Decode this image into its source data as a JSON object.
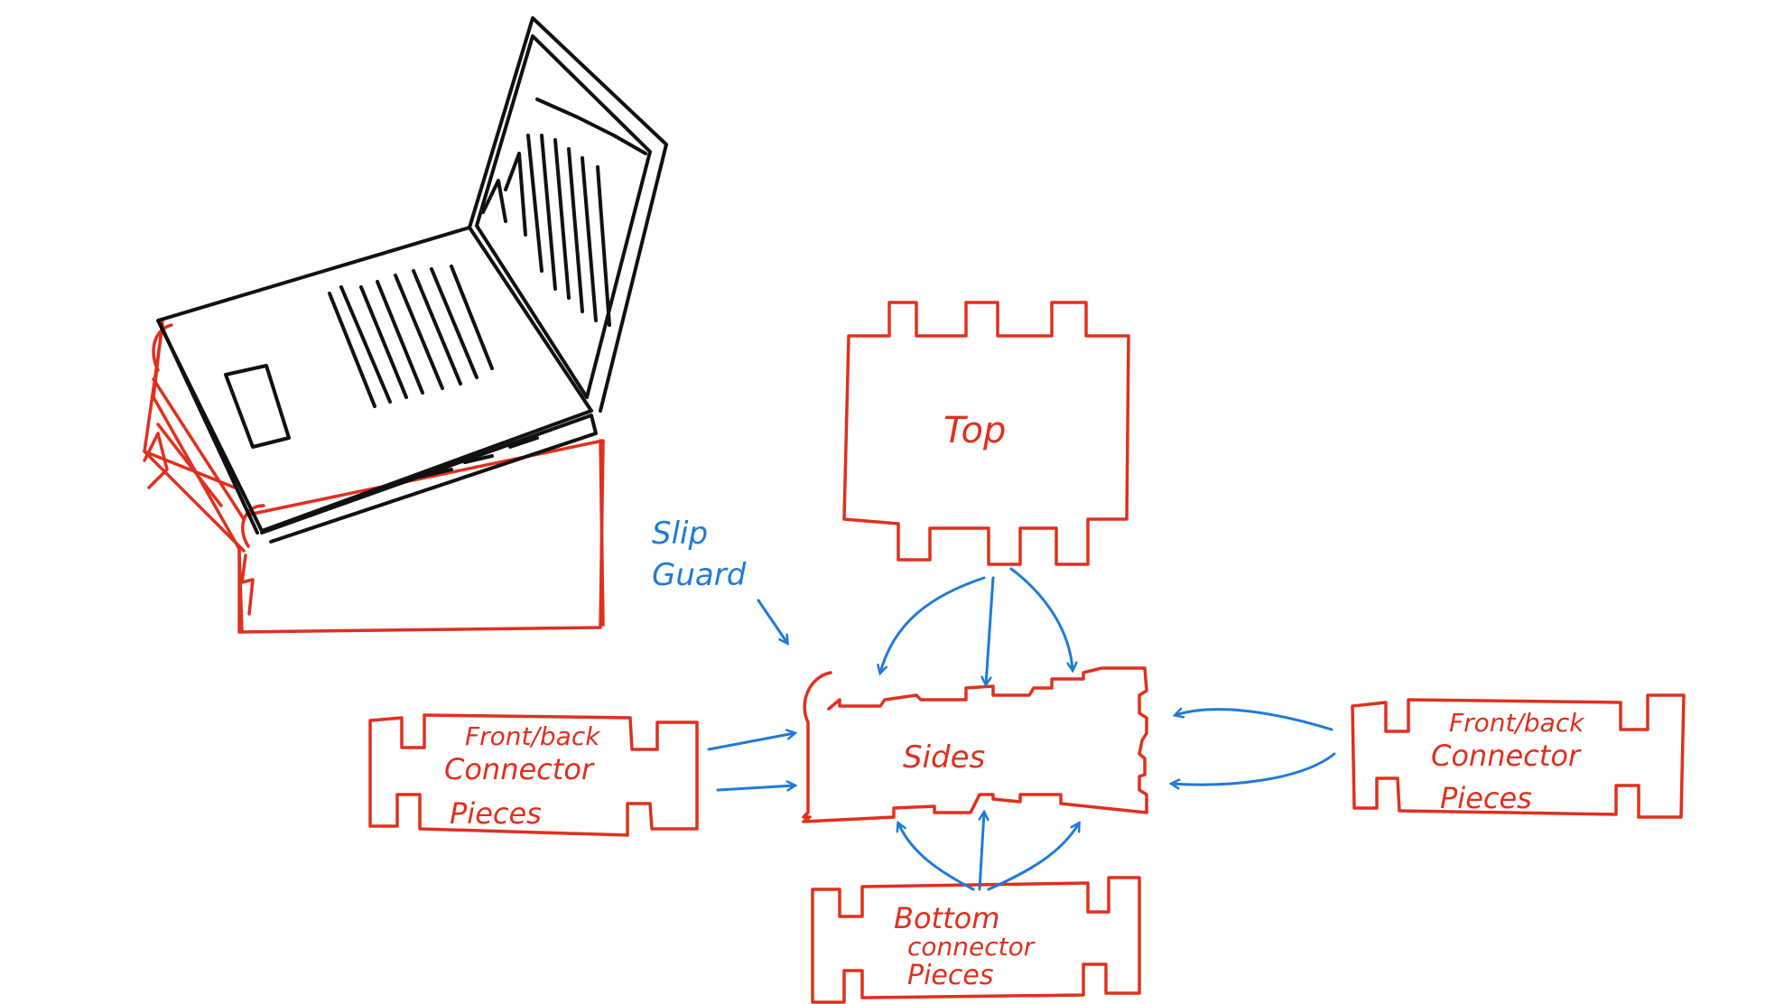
{
  "colors": {
    "background": "#ffffff",
    "laptop_ink": "#111111",
    "part_ink": "#e0301e",
    "arrow_ink": "#1f7ad8"
  },
  "labels": {
    "top": "Top",
    "sides": "Sides",
    "slip_guard_line1": "Slip",
    "slip_guard_line2": "Guard",
    "front_back_left_line1": "Front/back",
    "front_back_left_line2": "Connector",
    "front_back_left_line3": "Pieces",
    "front_back_right_line1": "Front/back",
    "front_back_right_line2": "Connector",
    "front_back_right_line3": "Pieces",
    "bottom_line1": "Bottom",
    "bottom_line2": "connector",
    "bottom_line3": "Pieces"
  }
}
